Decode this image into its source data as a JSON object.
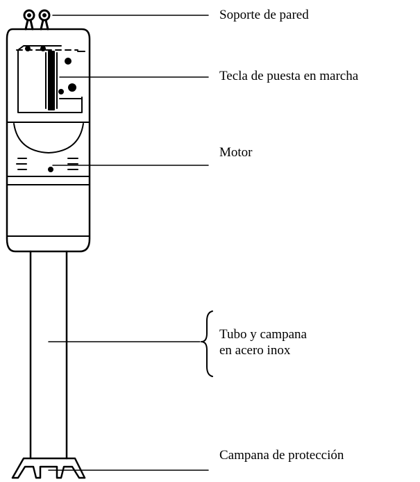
{
  "labels": {
    "wall_bracket": "Soporte de pared",
    "start_key": "Tecla de puesta en marcha",
    "motor": "Motor",
    "tube_line1": "Tubo y campana",
    "tube_line2": "en acero inox",
    "guard": "Campana de protección"
  }
}
